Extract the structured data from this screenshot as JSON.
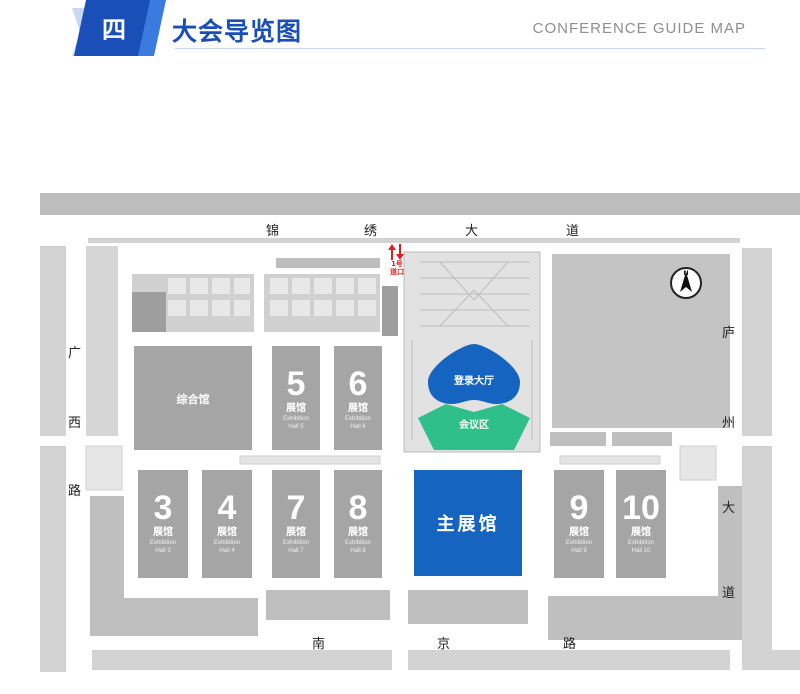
{
  "header": {
    "section_number": "四",
    "title": "大会导览图",
    "subtitle_en": "CONFERENCE GUIDE MAP"
  },
  "roads": {
    "north": [
      "锦",
      "绣",
      "大",
      "道"
    ],
    "west": [
      "广",
      "西",
      "路"
    ],
    "east": [
      "庐",
      "州",
      "大",
      "道"
    ],
    "south": [
      "南",
      "京",
      "路"
    ]
  },
  "entrance": {
    "line1": "1号",
    "line2": "道口"
  },
  "buildings": {
    "comprehensive": "综合馆",
    "registration": "登录大厅",
    "conference": "会议区",
    "main_hall": "主展馆"
  },
  "halls": [
    {
      "num": "5",
      "zh": "展馆",
      "en1": "Exhibition",
      "en2": "Hall 5"
    },
    {
      "num": "6",
      "zh": "展馆",
      "en1": "Exhibition",
      "en2": "Hall 6"
    },
    {
      "num": "3",
      "zh": "展馆",
      "en1": "Exhibition",
      "en2": "Hall 3"
    },
    {
      "num": "4",
      "zh": "展馆",
      "en1": "Exhibition",
      "en2": "Hall 4"
    },
    {
      "num": "7",
      "zh": "展馆",
      "en1": "Exhibition",
      "en2": "Hall 7"
    },
    {
      "num": "8",
      "zh": "展馆",
      "en1": "Exhibition",
      "en2": "Hall 8"
    },
    {
      "num": "9",
      "zh": "展馆",
      "en1": "Exhibition",
      "en2": "Hall 9"
    },
    {
      "num": "10",
      "zh": "展馆",
      "en1": "Exhibition",
      "en2": "Hall 10"
    }
  ],
  "compass": {
    "label": "N"
  },
  "colors": {
    "hall_gray": "#a5a5a5",
    "main_blue": "#1565c0",
    "conference_green": "#2ebf8a",
    "header_blue": "#1a4fb8"
  }
}
